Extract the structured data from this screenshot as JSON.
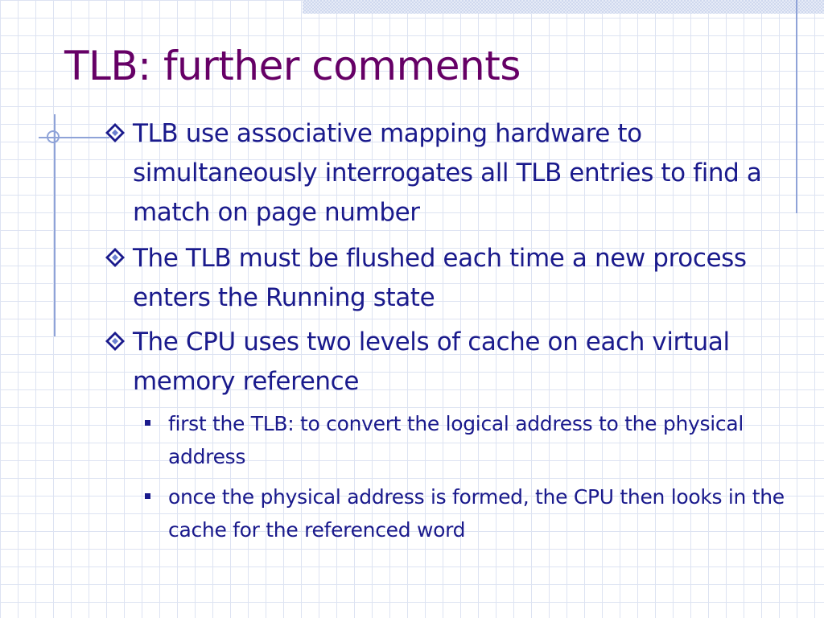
{
  "slide": {
    "title": "TLB: further comments",
    "bullets": [
      {
        "text": "TLB use associative mapping hardware to simultaneously interrogates all TLB entries to find a match on page number"
      },
      {
        "text": "The TLB must be flushed each time a new process enters the Running state"
      },
      {
        "text": "The CPU uses two levels of cache on each virtual memory reference"
      }
    ],
    "sub_bullets": [
      {
        "text": "first the TLB: to convert the logical address to the physical address"
      },
      {
        "text": "once the physical address is formed, the CPU then looks in the cache for the referenced word"
      }
    ]
  },
  "colors": {
    "title": "#660066",
    "body_text": "#1a1a8c",
    "decor_lines": "#8fa3d8",
    "grid": "#dde3f2"
  },
  "icons": {
    "bullet": "diamond-bullet-icon",
    "sub_bullet": "square-bullet-icon"
  }
}
